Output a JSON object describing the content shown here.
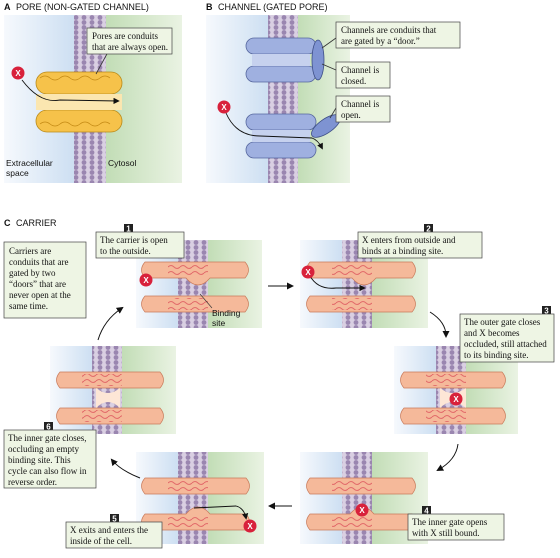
{
  "panel_a": {
    "letter": "A",
    "title": "PORE (NON-GATED CHANNEL)",
    "callout": [
      "Pores are conduits",
      "that are always open."
    ],
    "extracellular": [
      "Extracellular",
      "space"
    ],
    "cytosol": "Cytosol",
    "x": "X"
  },
  "panel_b": {
    "letter": "B",
    "title": "CHANNEL (GATED PORE)",
    "callout_door": [
      "Channels are conduits that",
      "are gated by a “door.”"
    ],
    "callout_closed": [
      "Channel is",
      "closed."
    ],
    "callout_open": [
      "Channel is",
      "open."
    ],
    "x": "X"
  },
  "panel_c": {
    "letter": "C",
    "title": "CARRIER",
    "intro": [
      "Carriers are",
      "conduits that are",
      "gated by two",
      "“doors” that are",
      "never open at the",
      "same time."
    ],
    "binding_site": [
      "Binding",
      "site"
    ],
    "x": "X",
    "steps": [
      {
        "n": "1",
        "text": [
          "The carrier is open",
          "to the outside."
        ]
      },
      {
        "n": "2",
        "text": [
          "X enters from outside and",
          "binds at a binding site."
        ]
      },
      {
        "n": "3",
        "text": [
          "The outer gate closes",
          "and X becomes",
          "occluded, still attached",
          "to its binding site."
        ]
      },
      {
        "n": "4",
        "text": [
          "The inner gate opens",
          "with X still bound."
        ]
      },
      {
        "n": "5",
        "text": [
          "X exits and enters the",
          "inside of the cell."
        ]
      },
      {
        "n": "6",
        "text": [
          "The inner gate closes,",
          "occluding an empty",
          "binding site.  This",
          "cycle can also flow in",
          "reverse order."
        ]
      }
    ]
  },
  "colors": {
    "extracellular": "#dce8f6",
    "cytosol": "#cfe3c6",
    "membrane": "#b7a6c6",
    "carrier": "#f5b99a",
    "pore": "#f6c24a",
    "channel": "#8fa3d8",
    "callout": "#eef5e4",
    "x_marker": "#d8213b"
  }
}
